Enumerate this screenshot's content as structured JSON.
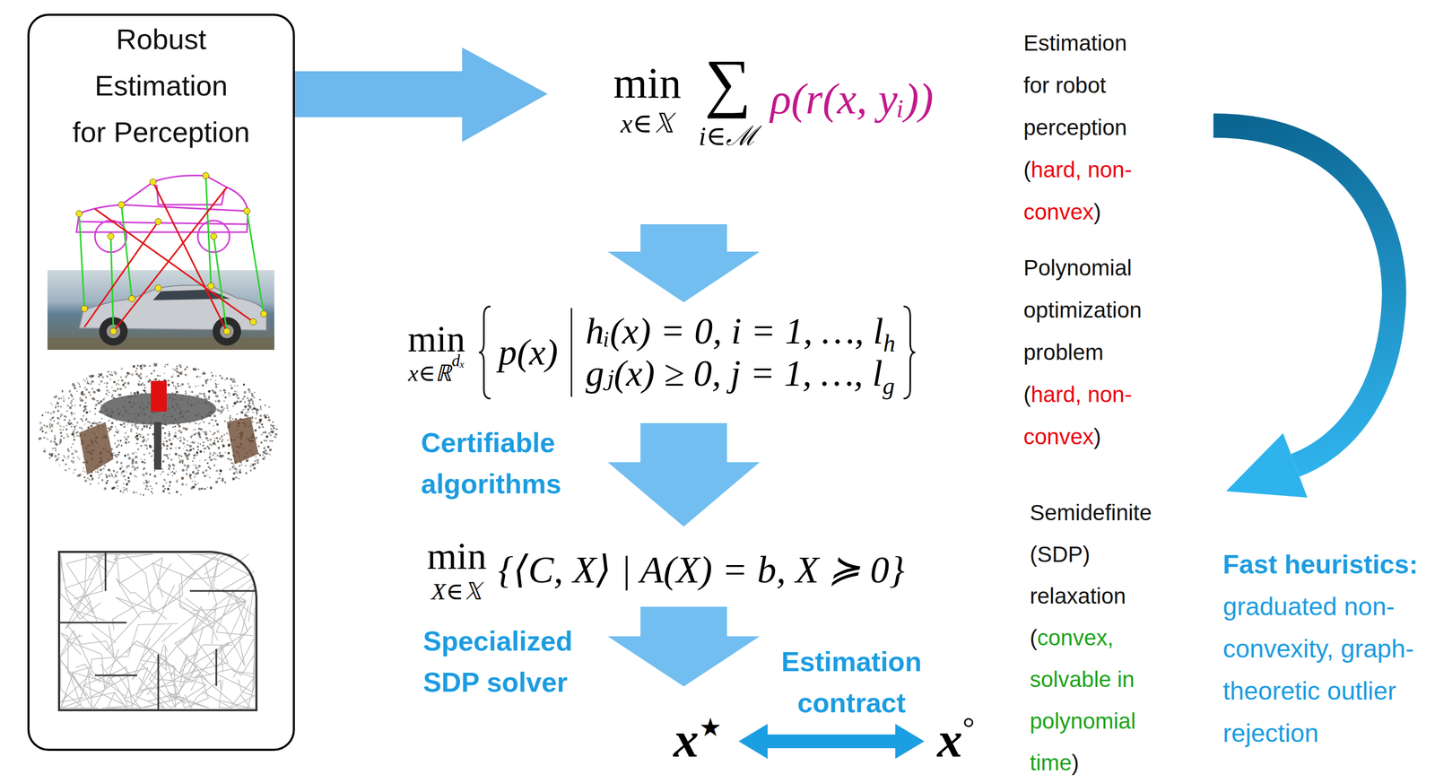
{
  "diagram": {
    "nodes": [
      {
        "text": [
          "Robust Estimation for Perception"
        ]
      }
    ],
    "labels": [
      "min",
      "x∈𝕏",
      "∑",
      "i∈ℳ",
      "ρ(r(x, yᵢ))",
      "Estimation for robot perception",
      "(",
      "hard, non-convex",
      ")",
      "min",
      "x∈ℝ",
      "dₓ",
      "p(x)",
      "hᵢ(x) = 0, i = 1, …, l",
      "h",
      "gⱼ(x) ≥ 0, j = 1, …, l",
      "g",
      "Polynomial optimization problem",
      "(",
      "hard, non-convex",
      ")",
      "Certifiable algorithms",
      "min",
      "X∈𝕏",
      "{⟨C, X⟩ | A(X) = b, X ≽ 0}",
      "Semidefinite (SDP) relaxation",
      "(",
      "convex, solvable in polynomial time",
      ")",
      "Specialized SDP solver",
      "Estimation contract",
      "Fast heuristics:",
      "graduated non-convexity, graph-theoretic outlier rejection",
      "x",
      "★",
      "x",
      "°"
    ]
  }
}
